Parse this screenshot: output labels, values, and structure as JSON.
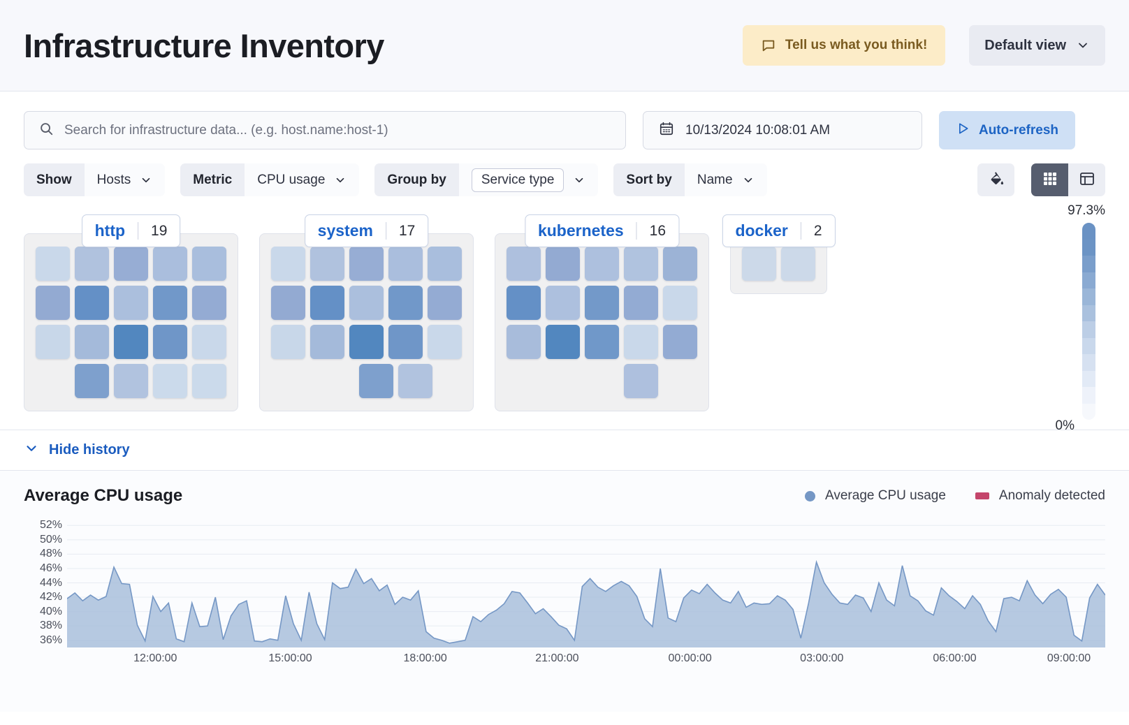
{
  "header": {
    "title": "Infrastructure Inventory",
    "feedback_label": "Tell us what you think!",
    "feedback_icon": "comment-icon",
    "default_view_label": "Default view",
    "chevron_icon": "chevron-down-icon"
  },
  "search": {
    "placeholder": "Search for infrastructure data... (e.g. host.name:host-1)",
    "value": "",
    "icon": "search-icon"
  },
  "datepicker": {
    "value": "10/13/2024 10:08:01 AM",
    "icon": "calendar-icon"
  },
  "refresh": {
    "label": "Auto-refresh",
    "icon": "play-icon"
  },
  "filters": [
    {
      "label": "Show",
      "value": "Hosts",
      "boxed": false
    },
    {
      "label": "Metric",
      "value": "CPU usage",
      "boxed": false
    },
    {
      "label": "Group by",
      "value": "Service type",
      "boxed": true
    },
    {
      "label": "Sort by",
      "value": "Name",
      "boxed": false
    }
  ],
  "toolbar_right": {
    "palette_icon": "color-fill-icon",
    "grid_view_icon": "grid-view-icon",
    "table_view_icon": "table-view-icon",
    "active_view": "grid"
  },
  "legend_scale": {
    "max_label": "97.3%",
    "min_label": "0%",
    "stops": [
      "#6a92c4",
      "#6c94c5",
      "#7a9ecb",
      "#8aaad2",
      "#9ab6d8",
      "#aac1de",
      "#bccee6",
      "#c9d8ec",
      "#d6e1f1",
      "#e2eaf6",
      "#eef2fa",
      "#f6f8fc"
    ]
  },
  "history_toggle": {
    "label": "Hide history",
    "icon": "chevron-down-icon"
  },
  "waffle": {
    "groups": [
      {
        "name": "http",
        "count": "19",
        "rows": [
          {
            "offset": 0,
            "cells": [
              "#c9d8ea",
              "#b0c2de",
              "#97add4",
              "#aabedd",
              "#a9bedd"
            ]
          },
          {
            "offset": 0,
            "cells": [
              "#93aad2",
              "#6490c6",
              "#abbfdd",
              "#7198c9",
              "#94abd3"
            ]
          },
          {
            "offset": 0,
            "cells": [
              "#c8d7e9",
              "#a4bada",
              "#5287bf",
              "#6f96c8",
              "#c9d8ea"
            ]
          },
          {
            "offset": 1,
            "cells": [
              "#7ea0cd",
              "#b1c3df",
              "#cbdaeb",
              "#cbdaeb"
            ]
          }
        ]
      },
      {
        "name": "system",
        "count": "17",
        "rows": [
          {
            "offset": 0,
            "cells": [
              "#c9d8ea",
              "#b0c2de",
              "#97add4",
              "#aabedd",
              "#a9bedd"
            ]
          },
          {
            "offset": 0,
            "cells": [
              "#93aad2",
              "#6490c6",
              "#abbfdd",
              "#7198c9",
              "#94abd3"
            ]
          },
          {
            "offset": 0,
            "cells": [
              "#c8d7e9",
              "#a4bada",
              "#5287bf",
              "#6f96c8",
              "#c9d8ea"
            ]
          },
          {
            "offset": 1.5,
            "cells": [
              "#7ea0cd",
              "#b1c3df"
            ]
          }
        ]
      },
      {
        "name": "kubernetes",
        "count": "16",
        "rows": [
          {
            "offset": 0,
            "cells": [
              "#aec0de",
              "#93aad2",
              "#adc0de",
              "#b0c3df",
              "#9cb3d6"
            ]
          },
          {
            "offset": 0,
            "cells": [
              "#6490c6",
              "#adc0de",
              "#7399c9",
              "#93abd3",
              "#c9d8ea"
            ]
          },
          {
            "offset": 0,
            "cells": [
              "#a8bcdb",
              "#5287bf",
              "#7098c9",
              "#c9d8ea",
              "#93abd3"
            ]
          },
          {
            "offset": 2,
            "cells": [
              "#aec0de"
            ]
          }
        ]
      },
      {
        "name": "docker",
        "count": "2",
        "rows": [
          {
            "offset": 0,
            "cells": [
              "#ccd9e9",
              "#ccd9e9"
            ]
          }
        ]
      }
    ]
  },
  "chart_data": {
    "type": "area",
    "title": "Average CPU usage",
    "xlabel": "",
    "ylabel": "",
    "grid": true,
    "legend_position": "top-right",
    "legend": [
      {
        "name": "Average CPU usage",
        "color": "#7597c5",
        "marker": "dot"
      },
      {
        "name": "Anomaly detected",
        "color": "#c4456b",
        "marker": "bar"
      }
    ],
    "ylim": [
      35,
      53
    ],
    "yticks": [
      "52%",
      "50%",
      "48%",
      "46%",
      "44%",
      "42%",
      "40%",
      "38%",
      "36%"
    ],
    "ytick_values": [
      52,
      50,
      48,
      46,
      44,
      42,
      40,
      38,
      36
    ],
    "xticks": [
      "12:00:00",
      "15:00:00",
      "18:00:00",
      "21:00:00",
      "00:00:00",
      "03:00:00",
      "06:00:00",
      "09:00:00"
    ],
    "xtick_positions": [
      0.085,
      0.215,
      0.345,
      0.472,
      0.6,
      0.727,
      0.855,
      0.965
    ],
    "series": [
      {
        "name": "Average CPU usage",
        "color": "#7597c5",
        "fill": "#a9c0dc",
        "values": [
          41.8,
          42.6,
          41.5,
          42.3,
          41.6,
          42.1,
          46.2,
          43.9,
          43.8,
          38.1,
          35.9,
          42.1,
          40.0,
          41.2,
          36.2,
          35.8,
          41.2,
          37.9,
          38.0,
          42.0,
          36.1,
          39.4,
          41.0,
          41.5,
          35.9,
          35.8,
          36.2,
          36.0,
          42.2,
          38.3,
          36.0,
          42.7,
          38.3,
          36.1,
          44.0,
          43.2,
          43.4,
          45.9,
          43.9,
          44.6,
          42.9,
          43.7,
          41.0,
          42.0,
          41.6,
          42.9,
          37.2,
          36.3,
          36.0,
          35.6,
          35.8,
          36.0,
          39.3,
          38.6,
          39.6,
          40.2,
          41.1,
          42.8,
          42.6,
          41.2,
          39.7,
          40.4,
          39.3,
          38.1,
          37.6,
          36.0,
          43.5,
          44.6,
          43.4,
          42.8,
          43.6,
          44.2,
          43.6,
          42.1,
          39.0,
          37.9,
          46.0,
          39.1,
          38.6,
          41.9,
          43.0,
          42.5,
          43.8,
          42.6,
          41.6,
          41.2,
          42.8,
          40.6,
          41.2,
          41.0,
          41.1,
          42.2,
          41.6,
          40.3,
          36.3,
          41.2,
          46.9,
          44.0,
          42.4,
          41.2,
          41.0,
          42.3,
          41.9,
          40.0,
          44.0,
          41.6,
          40.8,
          46.4,
          42.2,
          41.5,
          40.1,
          39.5,
          43.3,
          42.2,
          41.4,
          40.4,
          42.2,
          41.0,
          38.7,
          37.2,
          41.8,
          42.0,
          41.5,
          44.3,
          42.3,
          41.1,
          42.4,
          43.1,
          42.0,
          36.7,
          35.9,
          41.9,
          43.8,
          42.3
        ]
      }
    ]
  }
}
